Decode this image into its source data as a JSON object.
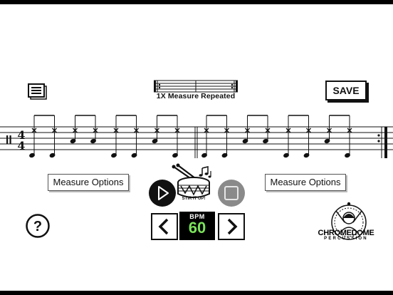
{
  "header": {
    "measure_caption": "1X Measure Repeated",
    "save_label": "SAVE"
  },
  "controls": {
    "measure_options_left": "Measure Options",
    "measure_options_right": "Measure Options",
    "stir_label": "STIR IT UP!",
    "help_label": "?"
  },
  "tempo": {
    "label": "BPM",
    "value": "60"
  },
  "notation": {
    "time_signature": [
      "4",
      "4"
    ],
    "measures": [
      {
        "pairs": [
          [
            "kick",
            "kick"
          ],
          [
            "snare",
            "snare"
          ],
          [
            "kick",
            "kick"
          ],
          [
            "snare",
            "kick"
          ]
        ]
      },
      {
        "pairs": [
          [
            "kick",
            "kick"
          ],
          [
            "snare",
            "snare"
          ],
          [
            "kick",
            "kick"
          ],
          [
            "snare",
            "kick"
          ]
        ]
      }
    ]
  },
  "brand": {
    "name": "CHROMEDOME",
    "sub": "PERCUSSION"
  }
}
